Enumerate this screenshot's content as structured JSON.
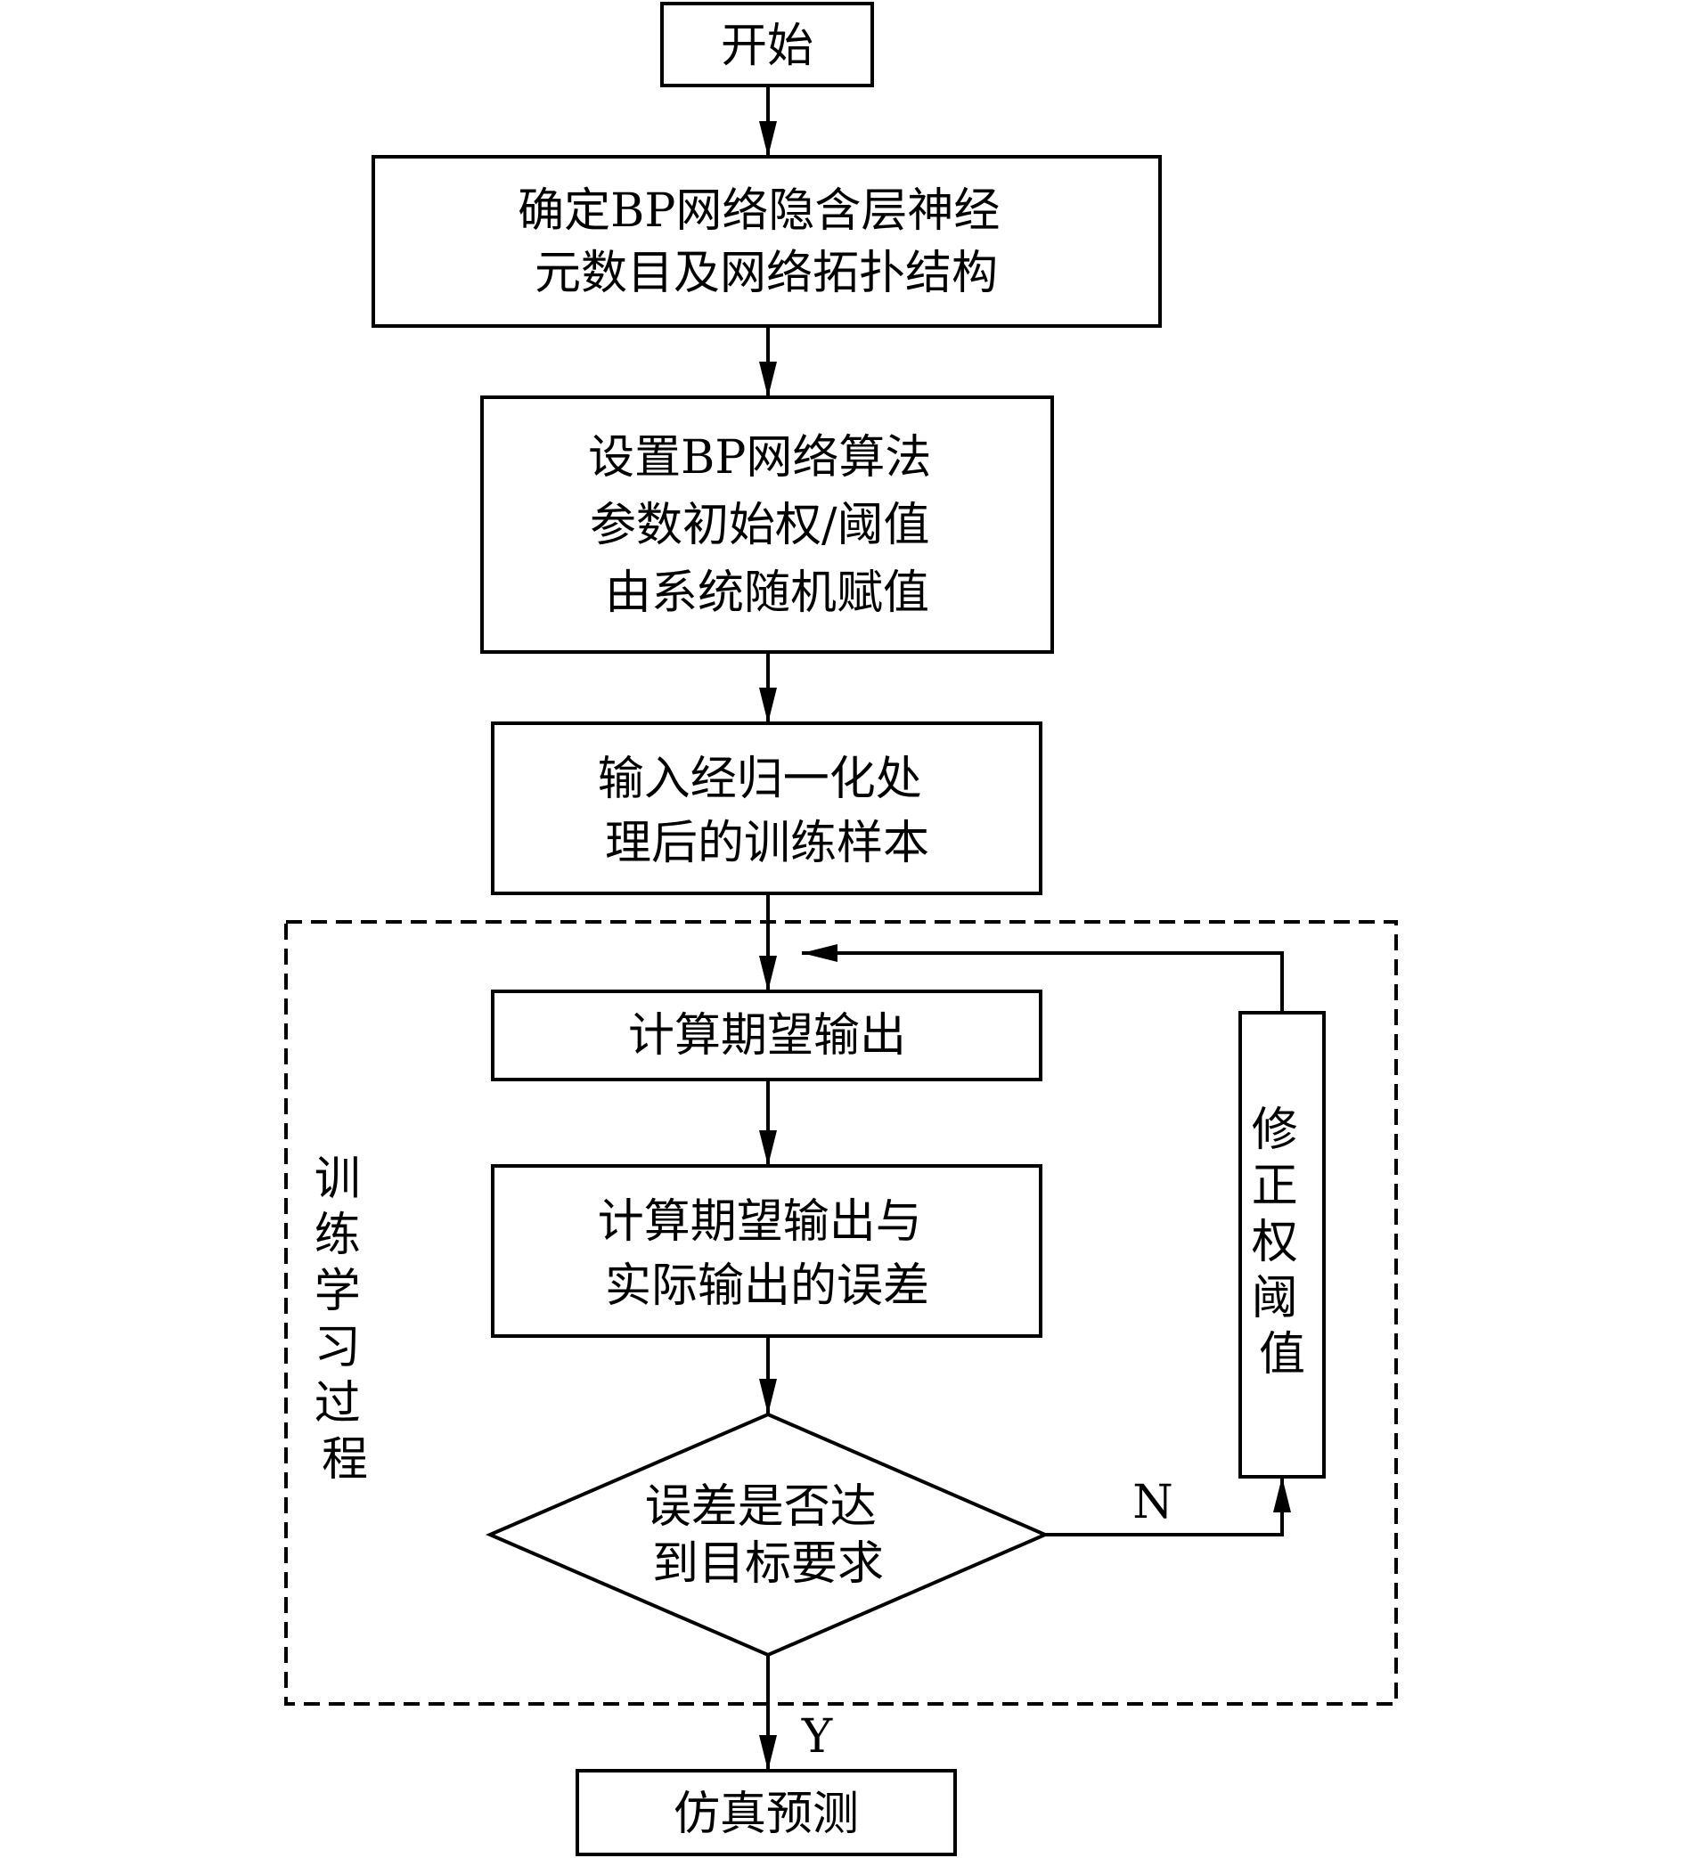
{
  "nodes": {
    "start": {
      "lines": [
        "开始"
      ]
    },
    "determine_structure": {
      "lines": [
        "确定BP网络隐含层神经",
        "元数目及网络拓扑结构"
      ]
    },
    "set_parameters": {
      "lines": [
        "设置BP网络算法",
        "参数初始权/阈值",
        "由系统随机赋值"
      ]
    },
    "input_samples": {
      "lines": [
        "输入经归一化处",
        "理后的训练样本"
      ]
    },
    "compute_output": {
      "lines": [
        "计算期望输出"
      ]
    },
    "compute_error": {
      "lines": [
        "计算期望输出与",
        "实际输出的误差"
      ]
    },
    "decision": {
      "lines": [
        "误差是否达",
        "到目标要求"
      ]
    },
    "adjust_weights": {
      "lines": [
        "修",
        "正",
        "权",
        "阈",
        "值"
      ]
    },
    "simulate": {
      "lines": [
        "仿真预测"
      ]
    }
  },
  "labels": {
    "training_process": [
      "训",
      "练",
      "学",
      "习",
      "过",
      "程"
    ],
    "no": "N",
    "yes": "Y"
  },
  "colors": {
    "stroke": "#000000",
    "background": "#ffffff"
  }
}
